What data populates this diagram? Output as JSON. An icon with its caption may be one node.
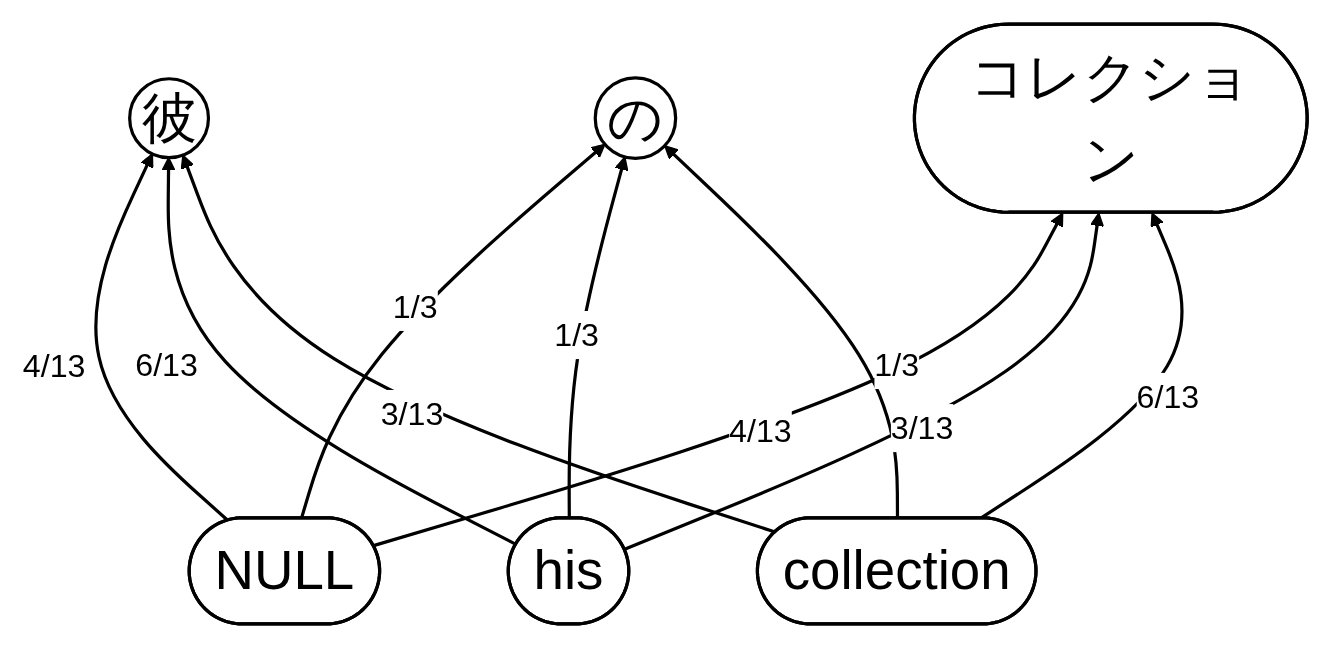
{
  "diagram": {
    "nodes": [
      {
        "text": [
          "彼"
        ]
      },
      {
        "text": [
          "の"
        ]
      },
      {
        "text": [
          "コレクション"
        ]
      },
      {
        "text": [
          "NULL"
        ]
      },
      {
        "text": [
          "his"
        ]
      },
      {
        "text": [
          "collection"
        ]
      }
    ],
    "edges": [
      {
        "from": 3,
        "to": 0,
        "arrow": "to",
        "label": "4/13"
      },
      {
        "from": 4,
        "to": 0,
        "arrow": "to",
        "label": "6/13"
      },
      {
        "from": 5,
        "to": 0,
        "arrow": "to",
        "label": "3/13"
      },
      {
        "from": 3,
        "to": 1,
        "arrow": "to",
        "label": "1/3"
      },
      {
        "from": 4,
        "to": 1,
        "arrow": "to",
        "label": "1/3"
      },
      {
        "from": 5,
        "to": 1,
        "arrow": "to",
        "label": "1/3"
      },
      {
        "from": 3,
        "to": 2,
        "arrow": "to",
        "label": "4/13"
      },
      {
        "from": 4,
        "to": 2,
        "arrow": "to",
        "label": "3/13"
      },
      {
        "from": 5,
        "to": 2,
        "arrow": "to",
        "label": "6/13"
      }
    ]
  }
}
